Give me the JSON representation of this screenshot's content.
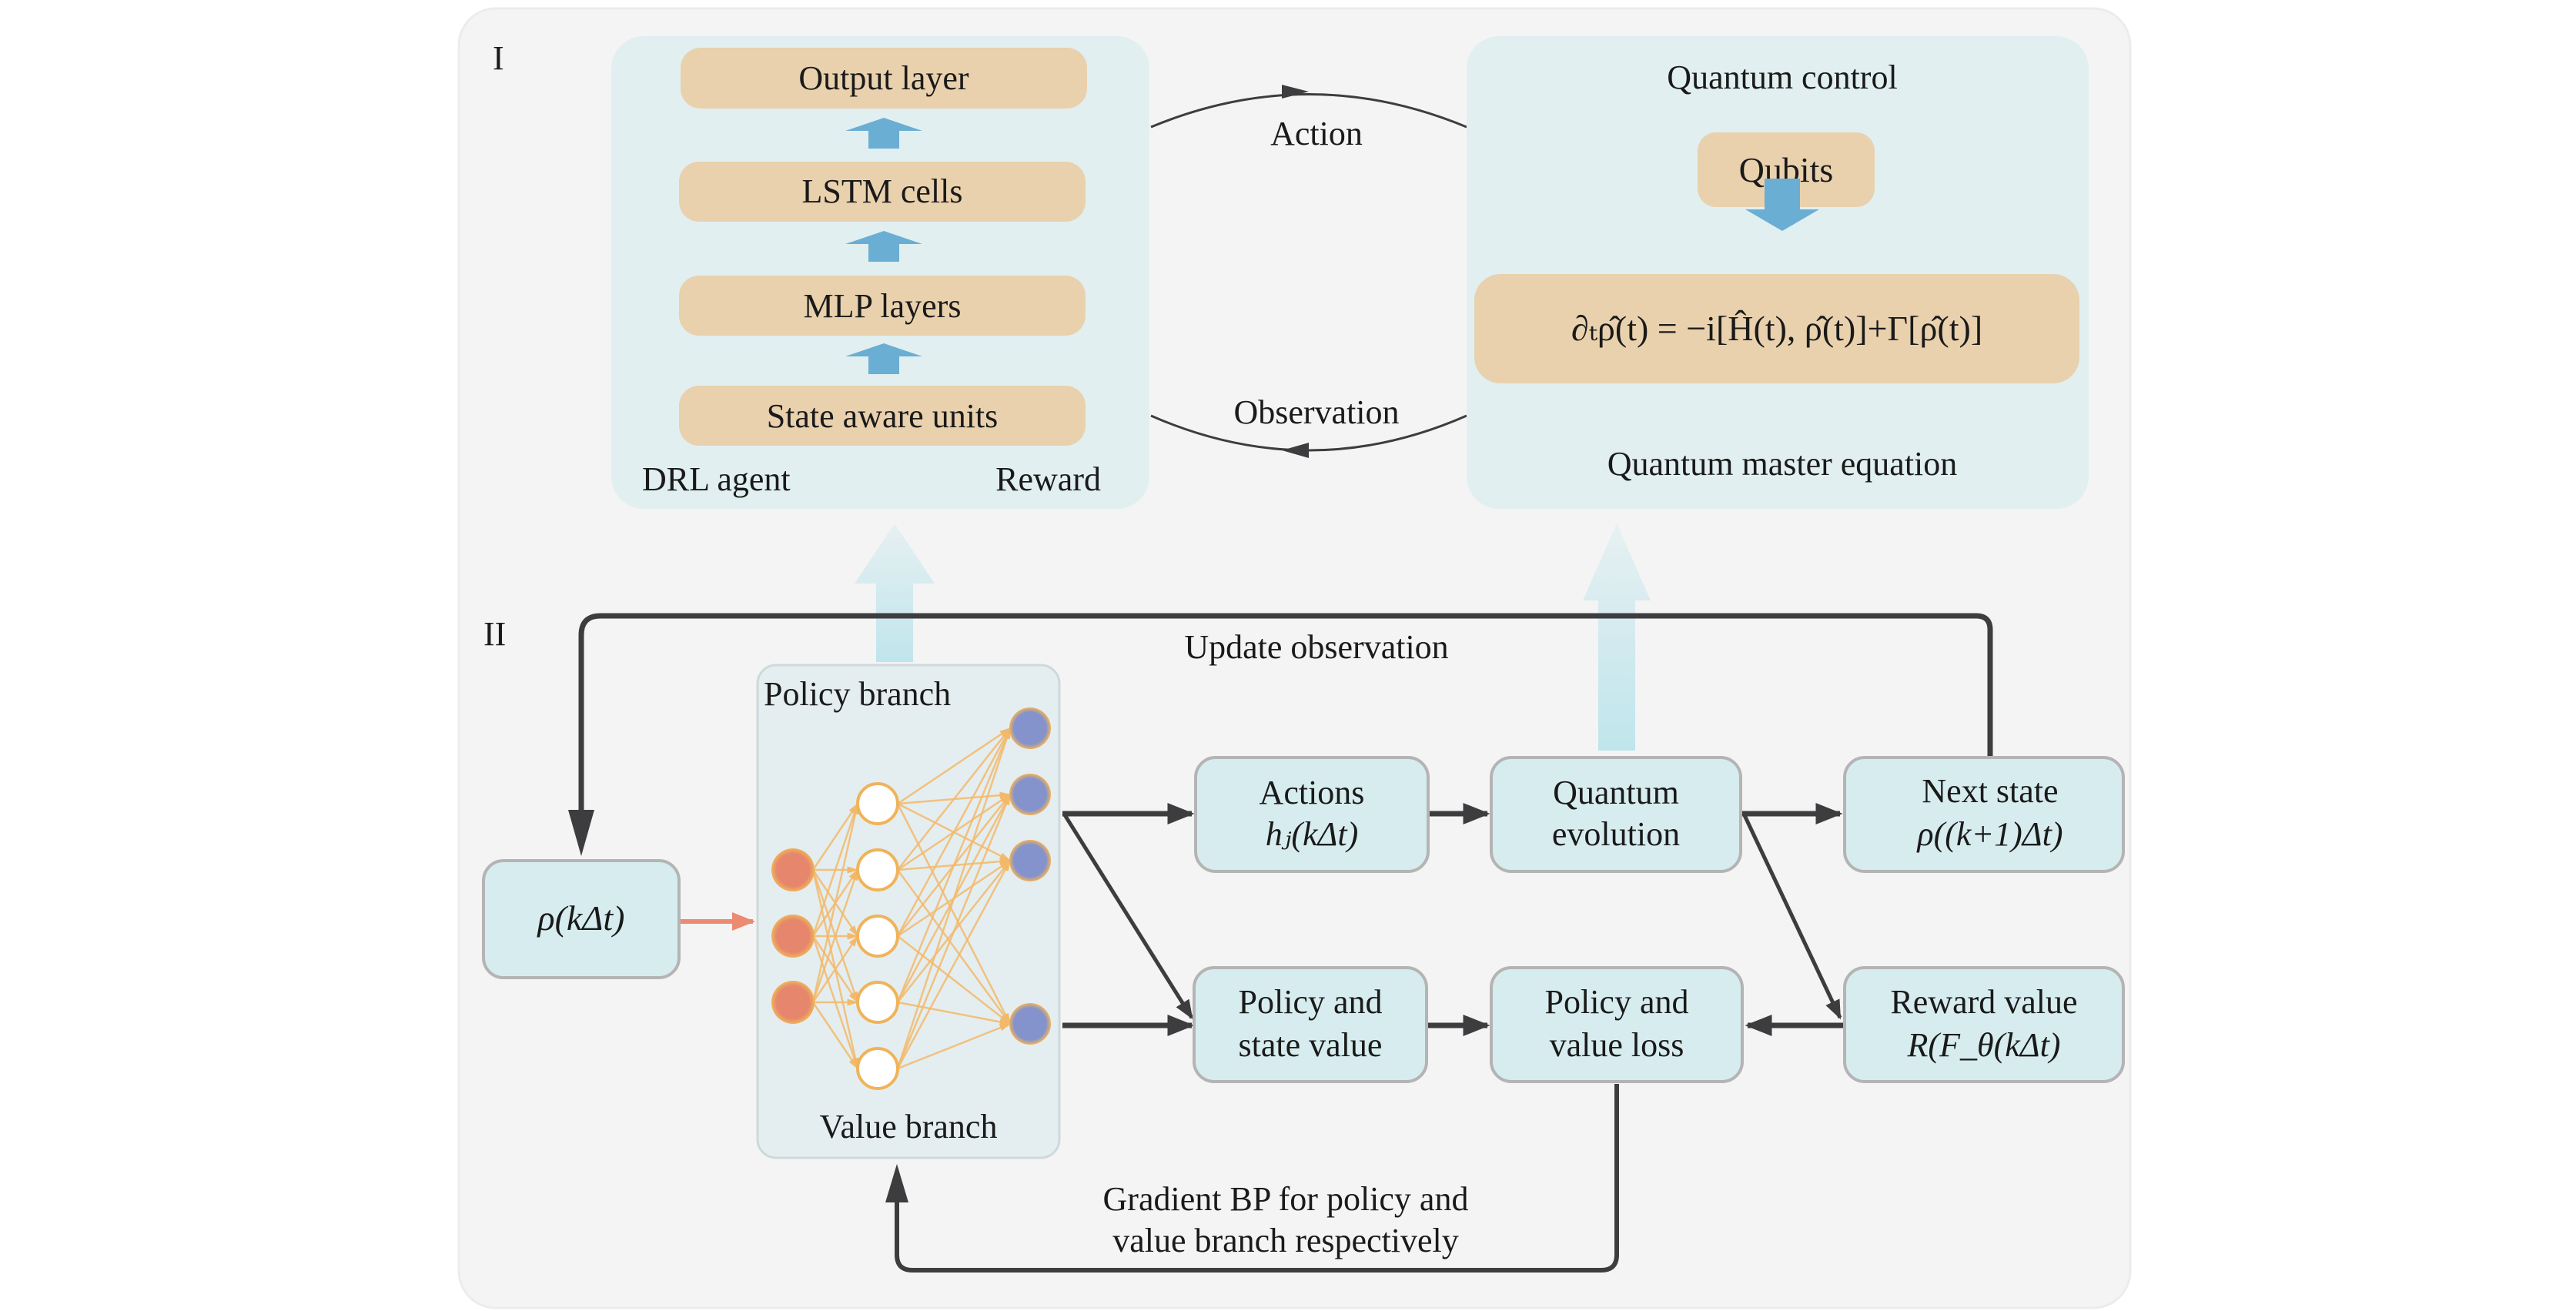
{
  "colors": {
    "page_bg": "#ffffff",
    "outer_panel": "#f4f4f4",
    "panel_teal": "#e1eff0",
    "beige_box": "#e9d1ad",
    "blue_arrow": "#6aaed3",
    "flow_box": "#d7ecee",
    "flow_box_border": "#b4b4b4",
    "dark_line": "#3d3d3f",
    "faded_arrow": "#bfe5ec",
    "input_node": "#e5866d",
    "hidden_node_stroke": "#f0b35a",
    "output_node": "#8593cd",
    "edge": "#f3b96b",
    "salmon_arrow": "#ec8a72"
  },
  "section_I": {
    "label": "I",
    "drl_agent": {
      "layers": [
        "Output layer",
        "LSTM cells",
        "MLP layers",
        "State aware units"
      ],
      "footer_left": "DRL agent",
      "footer_right": "Reward"
    },
    "loop": {
      "top_label": "Action",
      "bottom_label": "Observation"
    },
    "quantum": {
      "title": "Quantum control",
      "qubits": "Qubits",
      "equation": "∂ₜρ̂(t) = −i[Ĥ(t), ρ̂(t)]+Γ[ρ̂(t)]",
      "footer": "Quantum master equation"
    }
  },
  "section_II": {
    "label": "II",
    "update_label": "Update observation",
    "state_box": "ρ(kΔt)",
    "network": {
      "top_label": "Policy branch",
      "bottom_label": "Value branch",
      "layers": {
        "input": 3,
        "hidden": 5,
        "output": 4
      }
    },
    "boxes": {
      "actions": {
        "line1": "Actions",
        "line2": "hⱼ(kΔt)"
      },
      "quantum_evolution": {
        "line1": "Quantum",
        "line2": "evolution"
      },
      "next_state": {
        "line1": "Next state",
        "line2": "ρ((k+1)Δt)"
      },
      "policy_state_value": {
        "line1": "Policy and",
        "line2": "state value"
      },
      "policy_value_loss": {
        "line1": "Policy and",
        "line2": "value loss"
      },
      "reward_value": {
        "line1": "Reward value",
        "line2": "R(F_θ(kΔt)"
      }
    },
    "gradient_label": {
      "line1": "Gradient BP for policy and",
      "line2": "value branch respectively"
    }
  }
}
